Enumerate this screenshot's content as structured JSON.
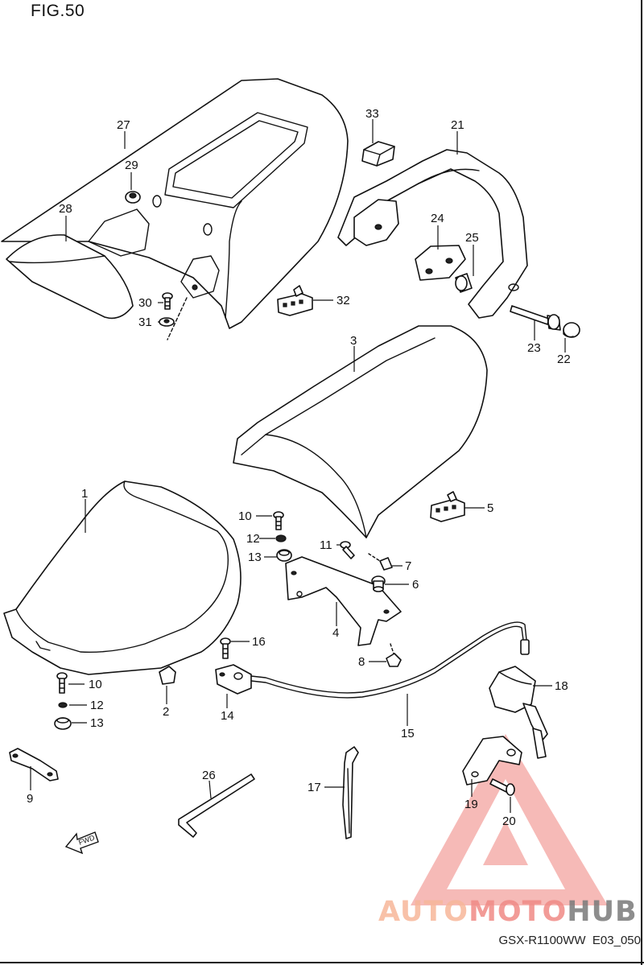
{
  "figure_label": "FIG.50",
  "footer_code": "GSX-R1100WW  E03_050",
  "watermark": {
    "part1": "AUTO",
    "part2": "MOTO",
    "part3": "HUB"
  },
  "fwd_label": "FWD",
  "callouts": {
    "p1": "1",
    "p2": "2",
    "p3": "3",
    "p4": "4",
    "p5": "5",
    "p6": "6",
    "p7": "7",
    "p8": "8",
    "p9": "9",
    "p10a": "10",
    "p10b": "10",
    "p11": "11",
    "p12a": "12",
    "p12b": "12",
    "p13a": "13",
    "p13b": "13",
    "p14": "14",
    "p15": "15",
    "p16": "16",
    "p17": "17",
    "p18": "18",
    "p19": "19",
    "p20": "20",
    "p21": "21",
    "p22": "22",
    "p23": "23",
    "p24": "24",
    "p25": "25",
    "p26": "26",
    "p27": "27",
    "p28": "28",
    "p29": "29",
    "p30": "30",
    "p31": "31",
    "p32": "32",
    "p33": "33"
  },
  "colors": {
    "watermark_light": "#f7b79a",
    "watermark_red": "#f08a86",
    "watermark_grey": "#7a7a7a",
    "triangle": "#f4a3a0"
  }
}
